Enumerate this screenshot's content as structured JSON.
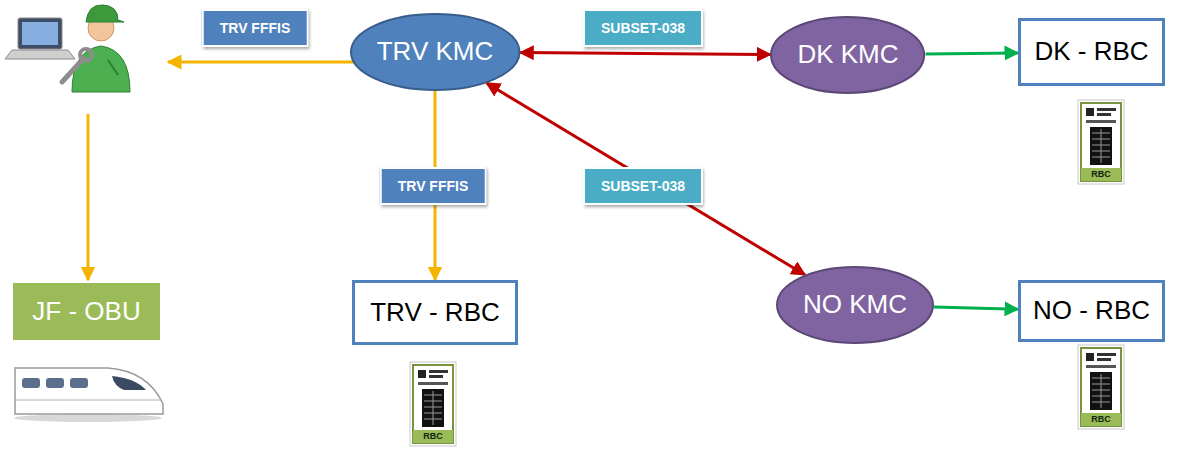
{
  "diagram": {
    "nodes": [
      {
        "text": [
          "TRV KMC"
        ]
      },
      {
        "text": [
          "DK KMC"
        ]
      },
      {
        "text": [
          "DK - RBC"
        ]
      },
      {
        "text": [
          "JF - OBU"
        ]
      },
      {
        "text": [
          "TRV - RBC"
        ]
      },
      {
        "text": [
          "NO KMC"
        ]
      },
      {
        "text": [
          "NO - RBC"
        ]
      }
    ],
    "edges": [
      {
        "from": 0,
        "to": 1,
        "arrow": "both",
        "label": "SUBSET-038"
      },
      {
        "from": 0,
        "to": 4,
        "arrow": "to",
        "label": "TRV FFFIS"
      },
      {
        "from": 0,
        "to": 5,
        "arrow": "both",
        "label": "SUBSET-038"
      },
      {
        "from": 1,
        "to": 2,
        "arrow": "to"
      },
      {
        "from": 5,
        "to": 6,
        "arrow": "to"
      }
    ],
    "labels": [
      "TRV FFFIS",
      "RBC",
      "RBC",
      "RBC"
    ]
  }
}
